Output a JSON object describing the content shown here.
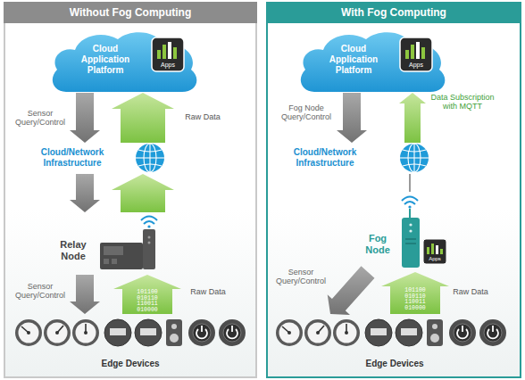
{
  "diagram": {
    "nodes": [
      {
        "text": [
          "Without Fog Computing"
        ]
      },
      {
        "text": [
          "Cloud Application Platform"
        ],
        "in": 0
      },
      {
        "text": [
          "Cloud/Network Infrastructure"
        ],
        "in": 0
      },
      {
        "text": [
          "Relay Node"
        ],
        "in": 0
      },
      {
        "text": [
          "Edge Devices"
        ],
        "in": 0
      },
      {
        "text": [
          "With Fog Computing"
        ]
      },
      {
        "text": [
          "Cloud Application Platform"
        ],
        "in": 5
      },
      {
        "text": [
          "Cloud/Network Infrastructure"
        ],
        "in": 5
      },
      {
        "text": [
          "Fog Node"
        ],
        "in": 5
      },
      {
        "text": [
          "Edge Devices"
        ],
        "in": 5
      }
    ],
    "edges": [
      {
        "from": 1,
        "to": 2,
        "arrow": "to",
        "label": "Sensor Query/Control"
      },
      {
        "from": 2,
        "to": 1,
        "arrow": "to",
        "label": "Raw Data"
      },
      {
        "from": 2,
        "to": 3,
        "arrow": "to"
      },
      {
        "from": 3,
        "to": 2,
        "arrow": "to"
      },
      {
        "from": 3,
        "to": 4,
        "arrow": "to",
        "label": "Sensor Query/Control"
      },
      {
        "from": 4,
        "to": 3,
        "arrow": "to",
        "label": "Raw Data"
      },
      {
        "from": 6,
        "to": 7,
        "arrow": "to",
        "label": "Fog Node Query/Control"
      },
      {
        "from": 7,
        "to": 6,
        "arrow": "to",
        "label": "Data Subscription with MQTT"
      },
      {
        "from": 7,
        "to": 8,
        "arrow": "none"
      },
      {
        "from": 8,
        "to": 9,
        "arrow": "to",
        "label": "Sensor Query/Control"
      },
      {
        "from": 9,
        "to": 8,
        "arrow": "to",
        "label": "Raw Data"
      }
    ],
    "labels": [
      "Apps",
      "101100 010110 110011 010000",
      "Apps",
      "Apps",
      "101100 010110 110011 010000"
    ]
  }
}
